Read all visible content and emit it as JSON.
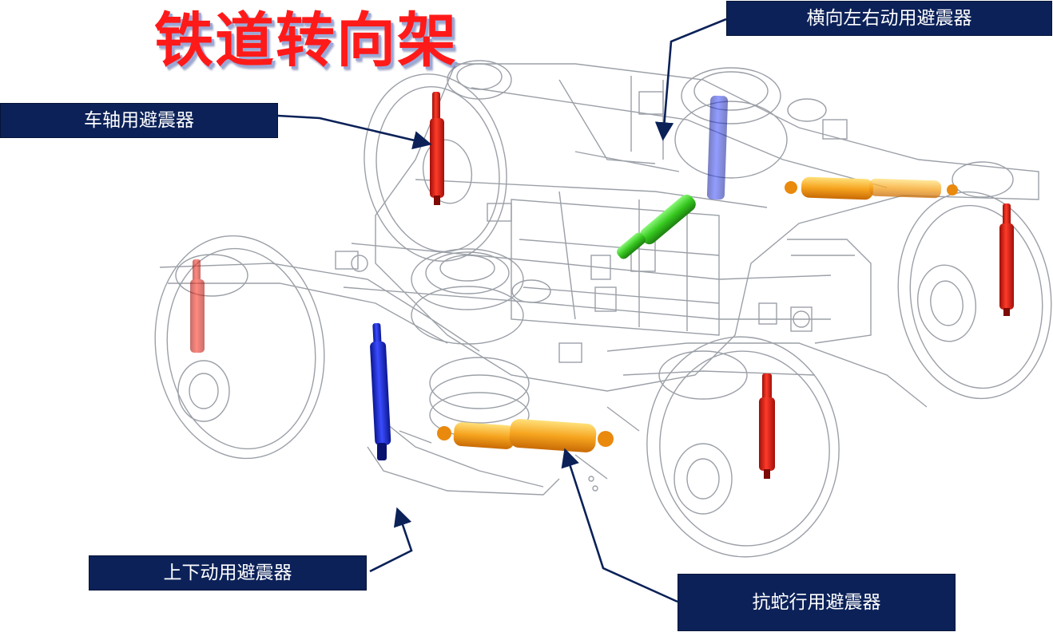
{
  "title": "铁道转向架",
  "labels": {
    "lateral": "横向左右动用避震器",
    "axle": "车轴用避震器",
    "vertical": "上下动用避震器",
    "yaw": "抗蛇行用避震器"
  },
  "colors": {
    "title": "#ff1a1a",
    "label_bg": "#0b2158",
    "label_text": "#ffffff",
    "leader_line": "#0b2158",
    "axle_damper": "#e8201a",
    "vertical_damper": "#1a2ad8",
    "lateral_damper": "#3fd12a",
    "yaw_damper": "#f3a21f",
    "wireframe": "#8a8f98"
  }
}
